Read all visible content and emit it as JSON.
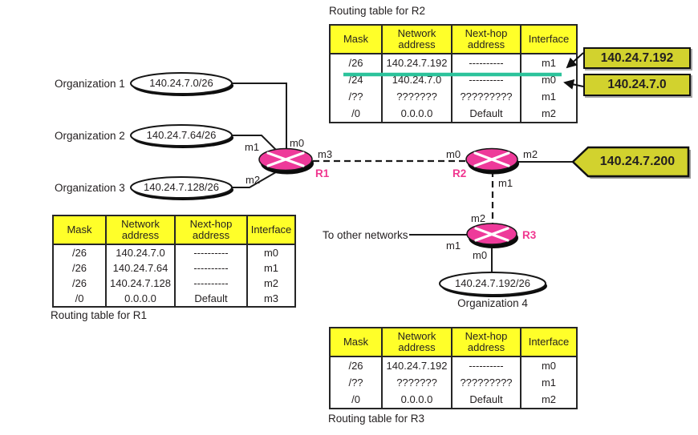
{
  "colors": {
    "table_header_yellow": "#ffff29",
    "callout_olive": "#d2d22e",
    "router_pink": "#ee3a9a",
    "name_pink": "#f0368f",
    "highlight_teal": "#2cc39b",
    "line_dark": "#1a1a1a"
  },
  "captions": {
    "r2_table": "Routing table for R2",
    "r1_table": "Routing table for R1",
    "r3_table": "Routing table for R3"
  },
  "tables": {
    "r2": {
      "headers": [
        "Mask",
        "Network\naddress",
        "Next-hop\naddress",
        "Interface"
      ],
      "rows": [
        [
          "/26",
          "140.24.7.192",
          "----------",
          "m1"
        ],
        [
          "/24",
          "140.24.7.0",
          "----------",
          "m0"
        ],
        [
          "/??",
          "???????",
          "?????????",
          "m1"
        ],
        [
          "/0",
          "0.0.0.0",
          "Default",
          "m2"
        ]
      ]
    },
    "r1": {
      "headers": [
        "Mask",
        "Network\naddress",
        "Next-hop\naddress",
        "Interface"
      ],
      "rows": [
        [
          "/26",
          "140.24.7.0",
          "----------",
          "m0"
        ],
        [
          "/26",
          "140.24.7.64",
          "----------",
          "m1"
        ],
        [
          "/26",
          "140.24.7.128",
          "----------",
          "m2"
        ],
        [
          "/0",
          "0.0.0.0",
          "Default",
          "m3"
        ]
      ]
    },
    "r3": {
      "headers": [
        "Mask",
        "Network\naddress",
        "Next-hop\naddress",
        "Interface"
      ],
      "rows": [
        [
          "/26",
          "140.24.7.192",
          "----------",
          "m0"
        ],
        [
          "/??",
          "???????",
          "?????????",
          "m1"
        ],
        [
          "/0",
          "0.0.0.0",
          "Default",
          "m2"
        ]
      ]
    }
  },
  "callouts": {
    "row1_address": "140.24.7.192",
    "row2_address": "140.24.7.0",
    "destination": "140.24.7.200"
  },
  "organizations": [
    {
      "label": "Organization 1",
      "network": "140.24.7.0/26"
    },
    {
      "label": "Organization 2",
      "network": "140.24.7.64/26"
    },
    {
      "label": "Organization 3",
      "network": "140.24.7.128/26"
    },
    {
      "label": "Organization 4",
      "network": "140.24.7.192/26"
    }
  ],
  "routers": {
    "r1": {
      "name": "R1",
      "interfaces": {
        "m0": "m0",
        "m1": "m1",
        "m2": "m2",
        "m3": "m3"
      }
    },
    "r2": {
      "name": "R2",
      "interfaces": {
        "m0": "m0",
        "m1": "m1",
        "m2": "m2"
      }
    },
    "r3": {
      "name": "R3",
      "interfaces": {
        "m0": "m0",
        "m1": "m1",
        "m2": "m2"
      }
    }
  },
  "annotations": {
    "to_other_networks": "To other networks"
  }
}
